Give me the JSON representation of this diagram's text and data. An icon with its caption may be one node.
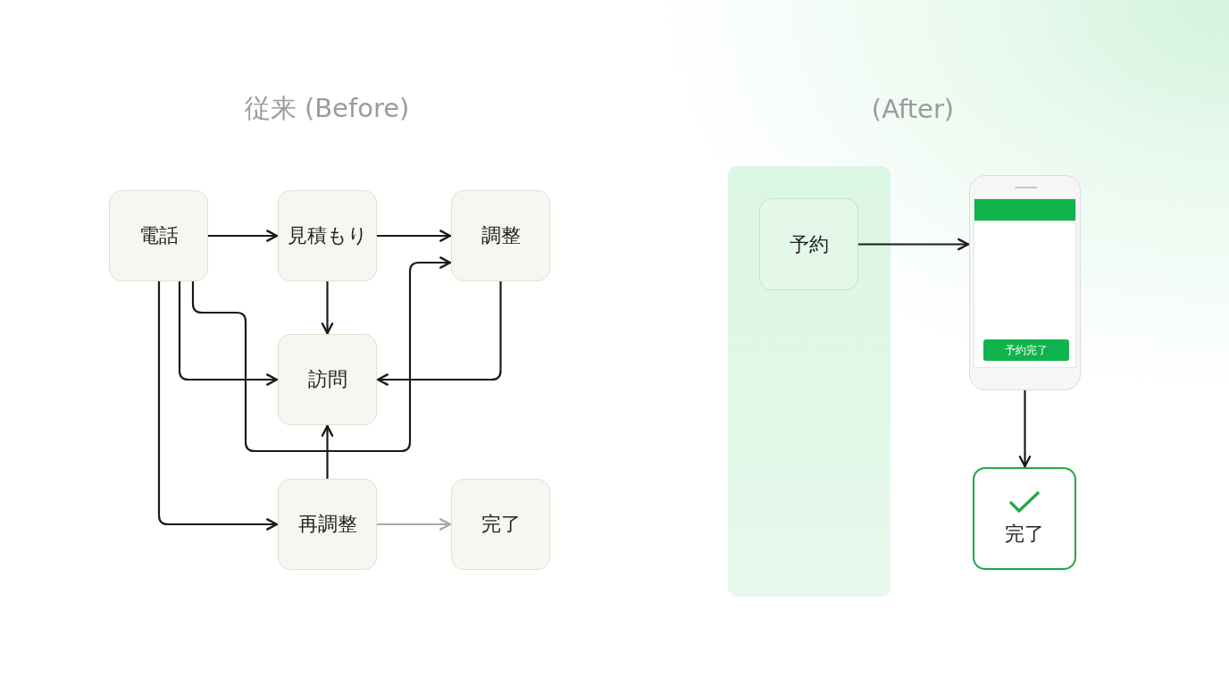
{
  "diagram": {
    "nodes": [
      {
        "text": [
          "電話"
        ]
      },
      {
        "text": [
          "見積もり"
        ]
      },
      {
        "text": [
          "調整"
        ]
      },
      {
        "text": [
          "訪問"
        ]
      },
      {
        "text": [
          "再調整"
        ]
      },
      {
        "text": [
          "完了"
        ]
      },
      {
        "text": [],
        "shape": "box"
      },
      {
        "text": [
          "予約"
        ],
        "in": 6
      },
      {
        "text": [],
        "shape": "picture"
      },
      {
        "text": [
          "予約完了"
        ],
        "in": 8
      },
      {
        "text": [
          "完了"
        ]
      }
    ],
    "edges": [
      {
        "from": 0,
        "to": 1,
        "arrow": "to"
      },
      {
        "from": 1,
        "to": 2,
        "arrow": "to"
      },
      {
        "from": 1,
        "to": 3,
        "arrow": "to"
      },
      {
        "from": 2,
        "to": 3,
        "arrow": "to"
      },
      {
        "from": 0,
        "to": 3,
        "arrow": "to"
      },
      {
        "from": 0,
        "to": 2,
        "arrow": "to"
      },
      {
        "from": 0,
        "to": 4,
        "arrow": "to"
      },
      {
        "from": 4,
        "to": 3,
        "arrow": "to"
      },
      {
        "from": 4,
        "to": 5,
        "arrow": "to",
        "color": "#aaaaaa"
      },
      {
        "from": 7,
        "to": 8,
        "arrow": "to"
      },
      {
        "from": 8,
        "to": 10,
        "arrow": "to"
      }
    ],
    "labels": [
      "従来 (Before)",
      "(After)"
    ]
  }
}
